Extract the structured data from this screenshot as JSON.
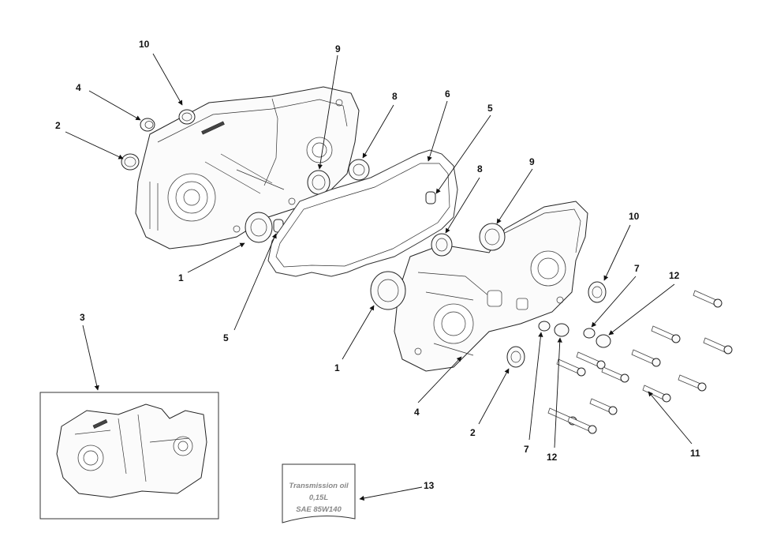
{
  "diagram": {
    "callouts": {
      "c10_left": "10",
      "c4_left": "4",
      "c2_left": "2",
      "c9_top": "9",
      "c8_top": "8",
      "c6": "6",
      "c5_top": "5",
      "c8_mid": "8",
      "c9_mid": "9",
      "c10_right": "10",
      "c7_top": "7",
      "c12_top": "12",
      "c1_left": "1",
      "c5_bottom": "5",
      "c3": "3",
      "c1_mid": "1",
      "c4_bottom": "4",
      "c2_bottom": "2",
      "c7_bottom": "7",
      "c12_bottom": "12",
      "c11": "11",
      "c13": "13"
    },
    "oil_label": {
      "line1": "Transmission oil",
      "line2": "0,15L",
      "line3": "SAE 85W140"
    }
  }
}
